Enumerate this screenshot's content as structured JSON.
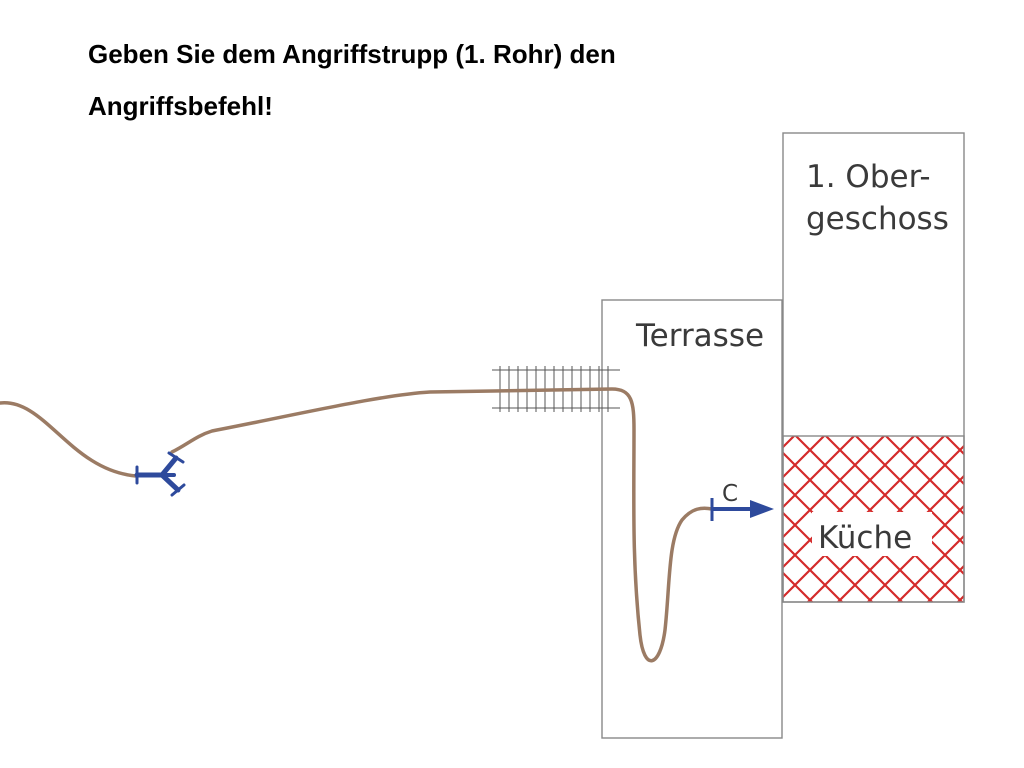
{
  "slide": {
    "title_line1": "Geben Sie dem Angriffstrupp (1. Rohr)  den",
    "title_line2": "Angriffsbefehl!"
  },
  "diagram": {
    "floor_label_line1": "1. Ober-",
    "floor_label_line2": "geschoss",
    "terrace_label": "Terrasse",
    "kitchen_label": "Küche",
    "nozzle_label": "C",
    "colors": {
      "hose": "#9b7b64",
      "equipment": "#2e4a9c",
      "fire_hatch": "#d42a2a",
      "walls": "#888888"
    }
  }
}
